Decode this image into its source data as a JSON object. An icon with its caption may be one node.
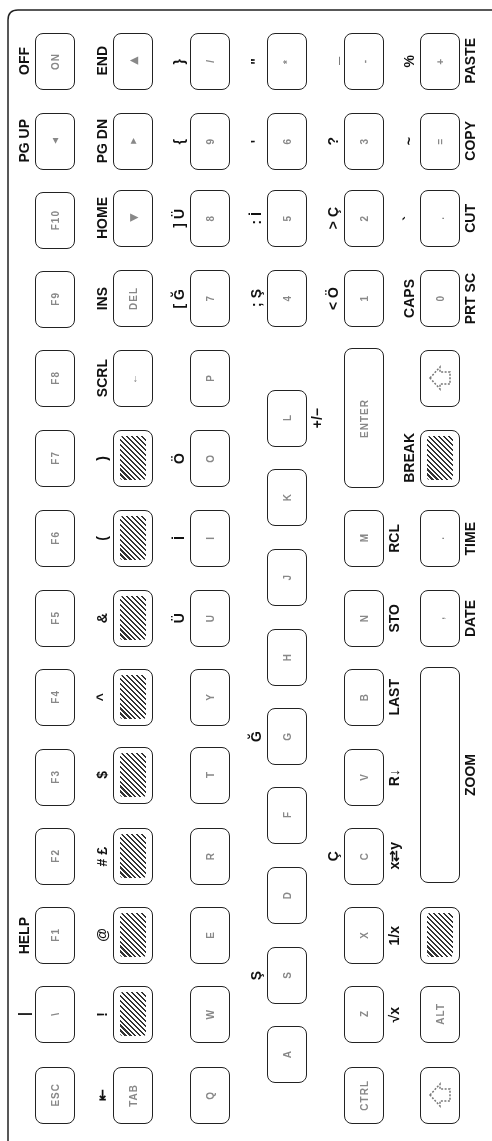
{
  "diagram": {
    "nodes": [
      {
        "text": [
          "ON"
        ],
        "beside": [
          "OFF"
        ]
      },
      {
        "text": [
          "▲"
        ],
        "beside": [
          "PG UP"
        ]
      },
      {
        "text": [
          "F10"
        ]
      },
      {
        "text": [
          "F9"
        ]
      },
      {
        "text": [
          "F8"
        ]
      },
      {
        "text": [
          "F7"
        ]
      },
      {
        "text": [
          "F6"
        ]
      },
      {
        "text": [
          "F5"
        ]
      },
      {
        "text": [
          "F4"
        ]
      },
      {
        "text": [
          "F3"
        ]
      },
      {
        "text": [
          "F2"
        ]
      },
      {
        "text": [
          "F1"
        ],
        "beside": [
          "HELP"
        ]
      },
      {
        "text": [
          "\\"
        ],
        "beside": [
          "|"
        ]
      },
      {
        "text": [
          "ESC"
        ]
      },
      {
        "text": [
          "▶"
        ],
        "beside": [
          "END"
        ]
      },
      {
        "text": [
          "▼"
        ],
        "beside": [
          "PG DN"
        ]
      },
      {
        "text": [
          "◀"
        ],
        "beside": [
          "HOME"
        ]
      },
      {
        "text": [
          "DEL"
        ],
        "beside": [
          "INS"
        ]
      },
      {
        "text": [
          "←"
        ],
        "beside": [
          "SCRL"
        ]
      },
      {
        "text": [],
        "shape": "box",
        "beside": [
          ")"
        ]
      },
      {
        "text": [],
        "shape": "box",
        "beside": [
          "("
        ]
      },
      {
        "text": [],
        "shape": "box",
        "beside": [
          "&"
        ]
      },
      {
        "text": [],
        "shape": "box",
        "beside": [
          "^"
        ]
      },
      {
        "text": [],
        "shape": "box",
        "beside": [
          "$"
        ]
      },
      {
        "text": [],
        "shape": "box",
        "beside": [
          "# £"
        ]
      },
      {
        "text": [],
        "shape": "box",
        "beside": [
          "@"
        ]
      },
      {
        "text": [],
        "shape": "box",
        "beside": [
          "!"
        ]
      },
      {
        "text": [
          "TAB"
        ],
        "beside": [
          "⇤"
        ]
      },
      {
        "text": [
          "/"
        ],
        "beside": [
          "}"
        ]
      },
      {
        "text": [
          "9"
        ],
        "beside": [
          "{"
        ]
      },
      {
        "text": [
          "8"
        ],
        "beside": [
          "] Ü"
        ]
      },
      {
        "text": [
          "7"
        ],
        "beside": [
          "[ Ğ"
        ]
      },
      {
        "text": [
          "P"
        ]
      },
      {
        "text": [
          "O"
        ],
        "beside": [
          "Ö"
        ]
      },
      {
        "text": [
          "I"
        ],
        "beside": [
          "İ"
        ]
      },
      {
        "text": [
          "U"
        ],
        "beside": [
          "Ü"
        ]
      },
      {
        "text": [
          "Y"
        ]
      },
      {
        "text": [
          "T"
        ]
      },
      {
        "text": [
          "R"
        ]
      },
      {
        "text": [
          "E"
        ]
      },
      {
        "text": [
          "W"
        ]
      },
      {
        "text": [
          "Q"
        ]
      },
      {
        "text": [
          "*"
        ],
        "beside": [
          "\""
        ]
      },
      {
        "text": [
          "6"
        ],
        "beside": [
          "'"
        ]
      },
      {
        "text": [
          "5"
        ],
        "beside": [
          ": İ"
        ]
      },
      {
        "text": [
          "4"
        ],
        "beside": [
          "; Ş"
        ]
      },
      {
        "text": [
          "L"
        ],
        "beside": [
          "+/−"
        ]
      },
      {
        "text": [
          "K"
        ]
      },
      {
        "text": [
          "J"
        ]
      },
      {
        "text": [
          "H"
        ]
      },
      {
        "text": [
          "G"
        ],
        "beside": [
          "Ğ"
        ]
      },
      {
        "text": [
          "F"
        ]
      },
      {
        "text": [
          "D"
        ]
      },
      {
        "text": [
          "S"
        ],
        "beside": [
          "Ş"
        ]
      },
      {
        "text": [
          "A"
        ]
      },
      {
        "text": [
          "-"
        ],
        "beside": [
          "_"
        ]
      },
      {
        "text": [
          "3"
        ],
        "beside": [
          "?"
        ]
      },
      {
        "text": [
          "2"
        ],
        "beside": [
          "> Ç"
        ]
      },
      {
        "text": [
          "1"
        ],
        "beside": [
          "< Ö"
        ]
      },
      {
        "text": [
          "ENTER"
        ]
      },
      {
        "text": [
          "M"
        ],
        "beside": [
          "RCL"
        ]
      },
      {
        "text": [
          "N"
        ],
        "beside": [
          "STO"
        ]
      },
      {
        "text": [
          "B"
        ],
        "beside": [
          "LAST"
        ]
      },
      {
        "text": [
          "V"
        ],
        "beside": [
          "R↓"
        ]
      },
      {
        "text": [
          "C"
        ],
        "beside": [
          "Ç",
          "x⇄y"
        ]
      },
      {
        "text": [
          "X"
        ],
        "beside": [
          "1/x"
        ]
      },
      {
        "text": [
          "Z"
        ],
        "beside": [
          "√x"
        ]
      },
      {
        "text": [
          "CTRL"
        ]
      },
      {
        "text": [
          "+"
        ],
        "beside": [
          "%",
          "PASTE"
        ]
      },
      {
        "text": [
          "="
        ],
        "beside": [
          "~",
          "COPY"
        ]
      },
      {
        "text": [
          "."
        ],
        "beside": [
          "`",
          "CUT"
        ]
      },
      {
        "text": [
          "0"
        ],
        "beside": [
          "CAPS",
          "PRT SC"
        ]
      },
      {
        "text": [],
        "shape": "box"
      },
      {
        "text": [],
        "shape": "box",
        "beside": [
          "BREAK"
        ]
      },
      {
        "text": [
          "."
        ],
        "beside": [
          "TIME"
        ]
      },
      {
        "text": [
          ","
        ],
        "beside": [
          "DATE"
        ]
      },
      {
        "text": [],
        "shape": "box",
        "beside": [
          "ZOOM"
        ]
      },
      {
        "text": [],
        "shape": "box"
      },
      {
        "text": [
          "ALT"
        ]
      },
      {
        "text": [],
        "shape": "box"
      }
    ]
  }
}
